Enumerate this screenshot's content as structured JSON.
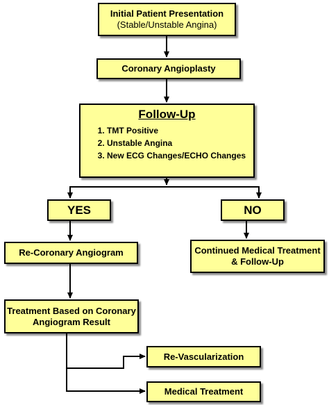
{
  "nodes": {
    "initial": {
      "title": "Initial Patient Presentation",
      "subtitle": "(Stable/Unstable Angina)"
    },
    "angioplasty": {
      "label": "Coronary Angioplasty"
    },
    "followup": {
      "title": "Follow-Up",
      "items": [
        "TMT Positive",
        "Unstable Angina",
        "New ECG Changes/ECHO Changes"
      ]
    },
    "yes": {
      "label": "YES"
    },
    "no": {
      "label": "NO"
    },
    "reangiogram": {
      "label": "Re-Coronary Angiogram"
    },
    "continued": {
      "line1": "Continued Medical Treatment",
      "line2": "& Follow-Up"
    },
    "treatment": {
      "line1": "Treatment Based on Coronary",
      "line2": "Angiogram Result"
    },
    "revasc": {
      "label": "Re-Vascularization"
    },
    "medical": {
      "label": "Medical Treatment"
    }
  },
  "colors": {
    "box_fill": "#ffff99",
    "border": "#000000"
  }
}
